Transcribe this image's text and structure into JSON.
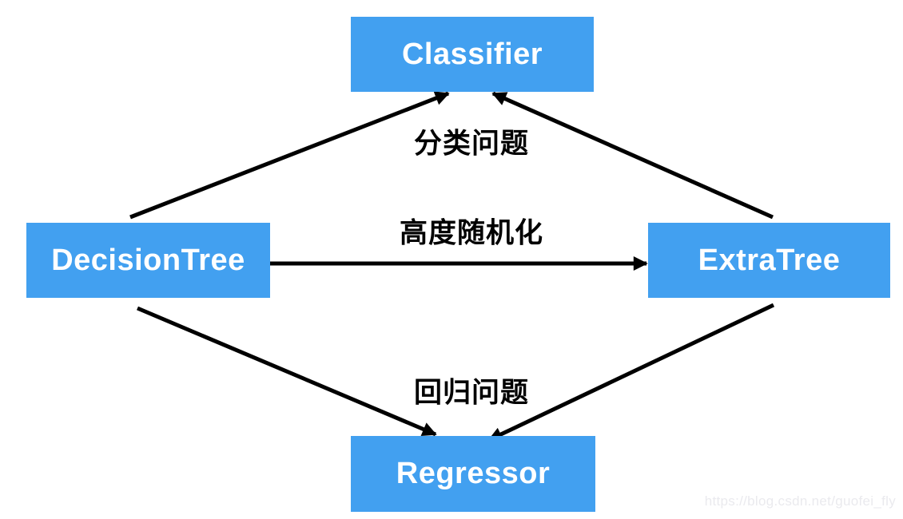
{
  "diagram": {
    "nodes": [
      {
        "id": "classifier",
        "label": "Classifier"
      },
      {
        "id": "decisiontree",
        "label": "DecisionTree"
      },
      {
        "id": "extratree",
        "label": "ExtraTree"
      },
      {
        "id": "regressor",
        "label": "Regressor"
      }
    ],
    "edges": [
      {
        "from": "DecisionTree",
        "to": "Classifier"
      },
      {
        "from": "ExtraTree",
        "to": "Classifier"
      },
      {
        "from": "DecisionTree",
        "to": "ExtraTree"
      },
      {
        "from": "DecisionTree",
        "to": "Regressor"
      },
      {
        "from": "ExtraTree",
        "to": "Regressor"
      }
    ],
    "labels": [
      {
        "id": "classification",
        "text": "分类问题"
      },
      {
        "id": "randomization",
        "text": "高度随机化"
      },
      {
        "id": "regression",
        "text": "回归问题"
      }
    ],
    "colors": {
      "node_fill": "#42A0F0",
      "node_text": "#FFFFFF",
      "arrow": "#000000",
      "label_text": "#000000",
      "watermark_text": "#EAEAEE"
    }
  },
  "watermark": {
    "text": "https://blog.csdn.net/guofei_fly"
  }
}
